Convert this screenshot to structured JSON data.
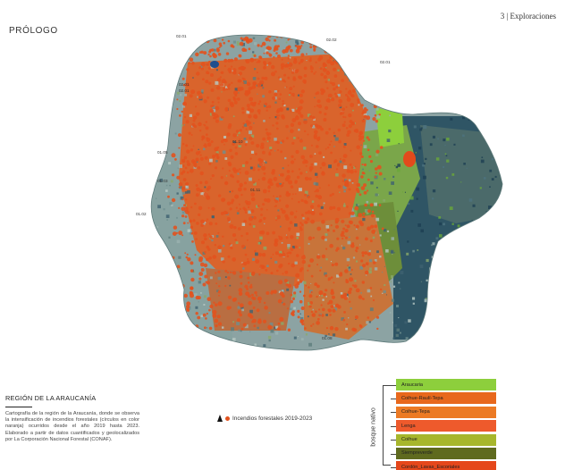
{
  "header": {
    "page_marker": "3 | Exploraciones",
    "section": "PRÓLOGO"
  },
  "region": {
    "title": "REGIÓN DE LA ARAUCANÍA",
    "description": "Cartografía de la región de la Araucanía, donde se observa la intensificación de incendios forestales (círculos en color naranja) ocurridos desde el año 2019 hasta 2023. Elaborado a partir de datos cuantificados y geolocalizados por La Corporación Nacional Forestal (CONAF)."
  },
  "map": {
    "fire_legend_label": "Incendios forestales 2019-2023",
    "north_icon": "north-arrow-icon",
    "fire_color": "#e2521e",
    "place_labels": [
      "02.01",
      "02.02",
      "02.01",
      "02.01",
      "02.01",
      "01.05",
      "01.03",
      "01.02",
      "01.10",
      "01.11",
      "01.08"
    ]
  },
  "legend": {
    "group_label": "bosque nativo",
    "items": [
      {
        "label": "Araucaria",
        "color": "#8dcf3c"
      },
      {
        "label": "Coihue-Raulí-Tepa",
        "color": "#e8681c"
      },
      {
        "label": "Coihue-Tepa",
        "color": "#ec7a24"
      },
      {
        "label": "Lenga",
        "color": "#ee5a2c"
      },
      {
        "label": "Coihue",
        "color": "#a7b62c"
      },
      {
        "label": "Siempreverde",
        "color": "#5f6a1e"
      },
      {
        "label": "Cordón_Lavas_Escoriales",
        "color": "#e5471b"
      }
    ]
  }
}
